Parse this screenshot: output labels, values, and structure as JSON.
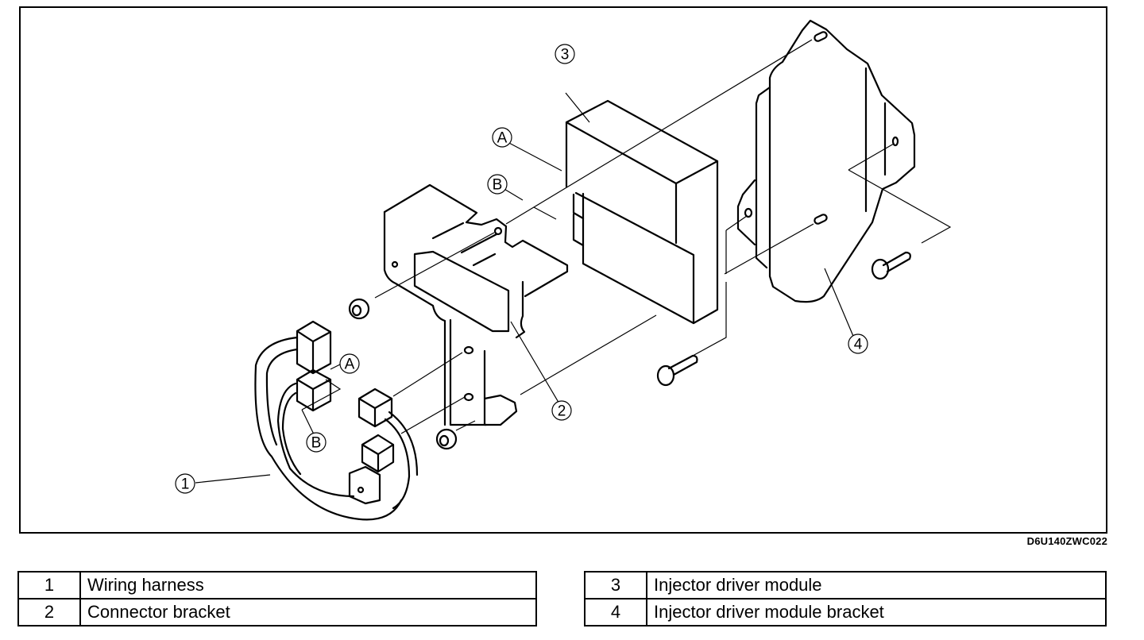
{
  "diagram": {
    "title": "Injector driver module removal / installation exploded view",
    "figure_code": "D6U140ZWC022",
    "callouts": [
      {
        "id": "callout-1",
        "label": "1"
      },
      {
        "id": "callout-2",
        "label": "2"
      },
      {
        "id": "callout-3",
        "label": "3"
      },
      {
        "id": "callout-4",
        "label": "4"
      },
      {
        "id": "connector-a-module",
        "label": "A"
      },
      {
        "id": "connector-b-module",
        "label": "B"
      },
      {
        "id": "connector-a-harness",
        "label": "A"
      },
      {
        "id": "connector-b-harness",
        "label": "B"
      }
    ]
  },
  "legend": {
    "left": [
      {
        "num": "1",
        "name": "Wiring harness"
      },
      {
        "num": "2",
        "name": "Connector bracket"
      }
    ],
    "right": [
      {
        "num": "3",
        "name": "Injector driver module"
      },
      {
        "num": "4",
        "name": "Injector driver module bracket"
      }
    ]
  }
}
